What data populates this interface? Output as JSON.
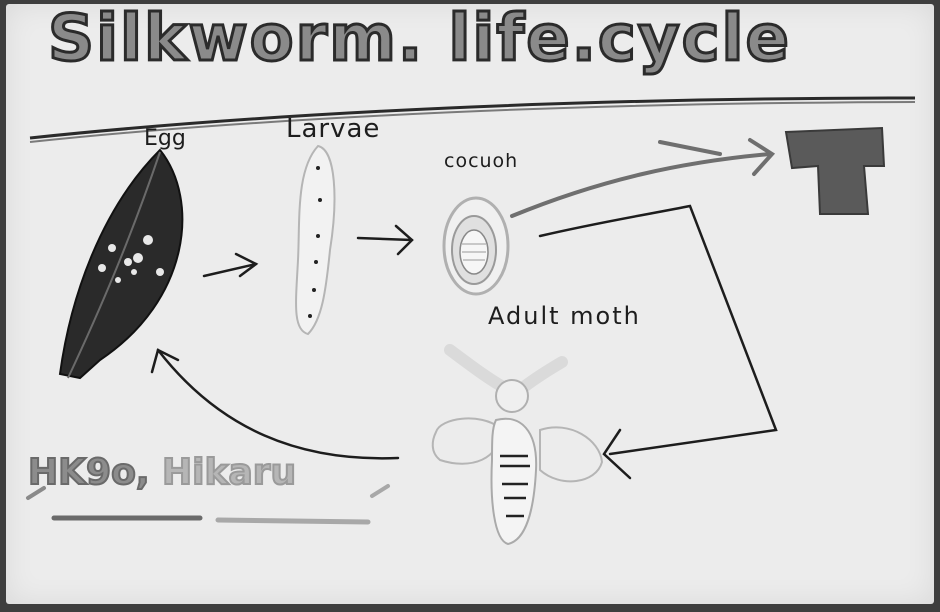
{
  "title": "Silkworm. life.cycle",
  "stages": {
    "egg": "Egg",
    "larvae": "Larvae",
    "cocoon": "cocuoh",
    "adult": "Adult moth"
  },
  "names": {
    "first": "HK9o",
    "separator": ",",
    "second": "Hikaru"
  },
  "colors": {
    "board": "#ececec",
    "ink": "#1d1d1d",
    "clay": "#f2f2f2",
    "leaf": "#2a2a2a",
    "shirt": "#5a5a5a"
  }
}
